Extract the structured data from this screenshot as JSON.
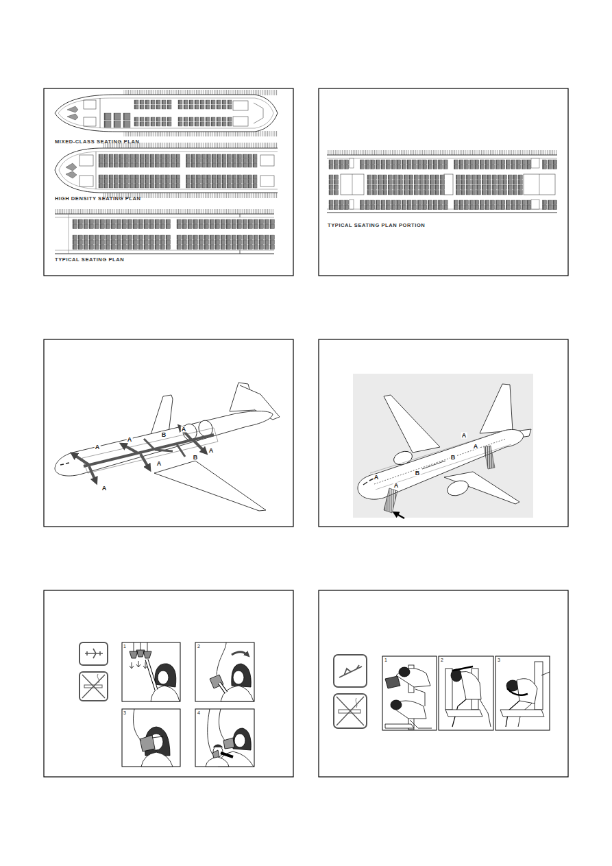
{
  "diagram": {
    "labels": [
      "MIXED-CLASS SEATING PLAN",
      "HIGH DENSITY SEATING PLAN",
      "TYPICAL SEATING PLAN",
      "TYPICAL SEATING PLAN PORTION",
      "A",
      "A",
      "B",
      "A",
      "A",
      "B",
      "A",
      "A",
      "A",
      "A",
      "B",
      "B",
      "A",
      "A",
      "1",
      "2",
      "3",
      "4",
      "1",
      "2",
      "3"
    ]
  }
}
